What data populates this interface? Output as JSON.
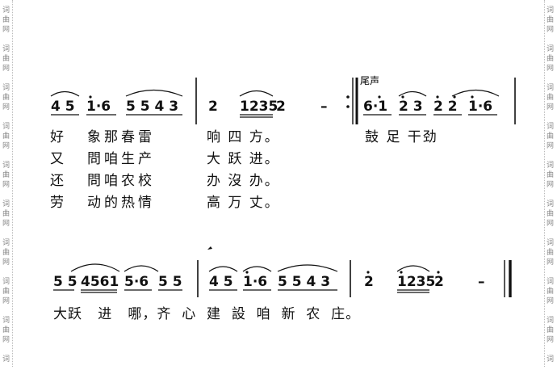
{
  "watermark": {
    "chars": [
      "词",
      "曲",
      "网"
    ]
  },
  "section_label": "尾声",
  "score": {
    "line1": {
      "groups": [
        "4 5",
        "1·6",
        "5 5 4 3",
        "2",
        "1235",
        "2",
        "–",
        "6·1",
        "2 3",
        "2 2",
        "1·6"
      ]
    },
    "line2": {
      "groups": [
        "5 5",
        "4561",
        "5·6",
        "5 5",
        "4 5",
        "1·6",
        "5 5 4 3",
        "2",
        "1235",
        "2",
        "–"
      ]
    }
  },
  "lyrics": {
    "line1": [
      {
        "a": "好",
        "b": "象那春雷",
        "c": "响 四 方。",
        "d": "鼓 足 干劲"
      },
      {
        "a": "又",
        "b": "問咱生产",
        "c": "大 跃 进。",
        "d": ""
      },
      {
        "a": "还",
        "b": "問咱农校",
        "c": "办 沒 办。",
        "d": ""
      },
      {
        "a": "劳",
        "b": "动的热情",
        "c": "高 万 丈。",
        "d": ""
      }
    ],
    "line2": "大跃   进   哪，齐  心  建  設  咱  新  农  庄。"
  }
}
